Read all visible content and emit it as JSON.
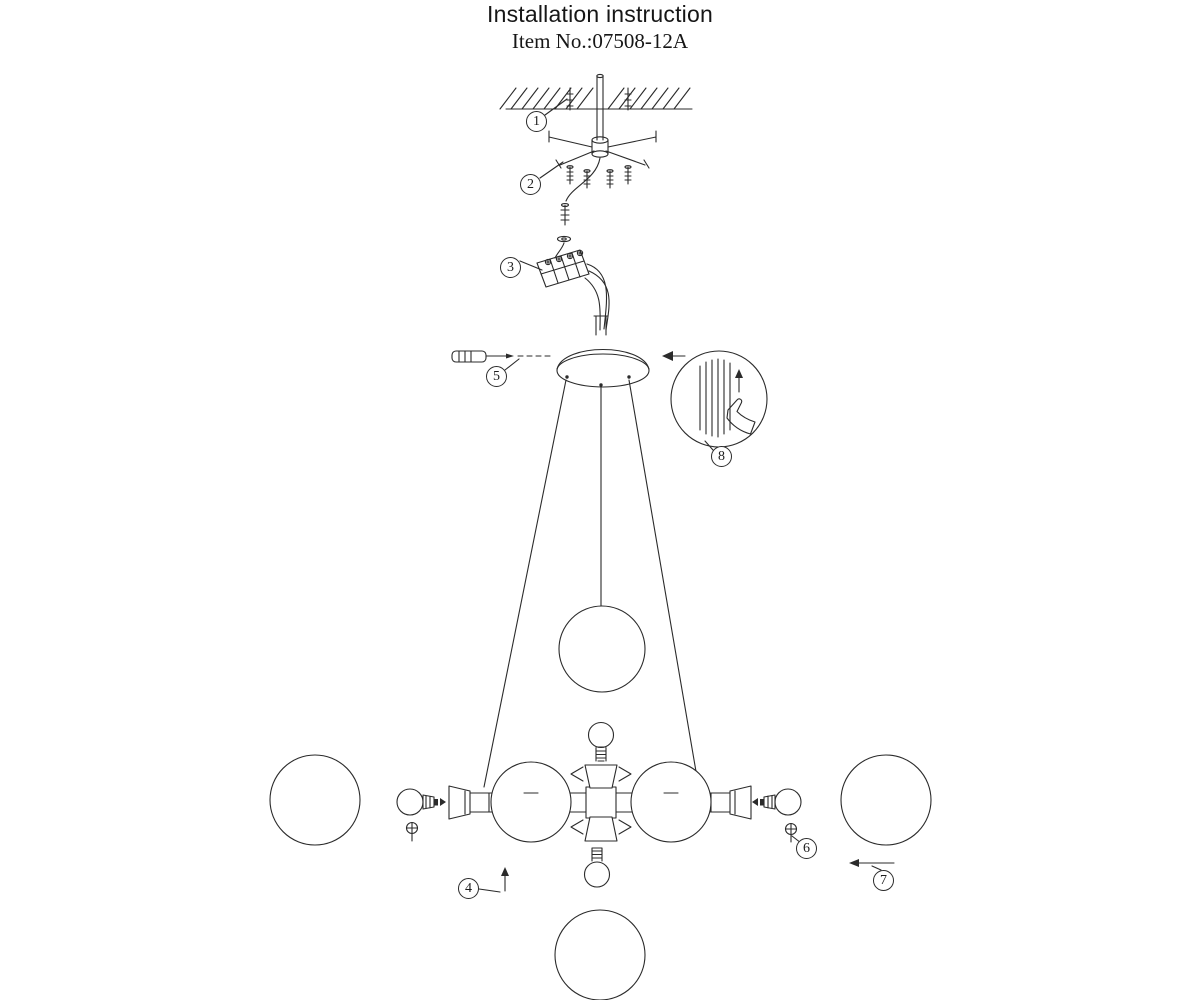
{
  "title": "Installation instruction",
  "item_no": "Item No.:07508-12A",
  "steps": [
    {
      "label": "1"
    },
    {
      "label": "2"
    },
    {
      "label": "3"
    },
    {
      "label": "4"
    },
    {
      "label": "5"
    },
    {
      "label": "6"
    },
    {
      "label": "7"
    },
    {
      "label": "8"
    }
  ],
  "colors": {
    "line": "#2b2b2b",
    "background": "#ffffff"
  },
  "icons": {
    "screwdriver": "screwdriver-icon",
    "hand_press": "hand-press-icon",
    "up_arrow": "arrow-up-icon",
    "left_arrow": "arrow-left-icon"
  }
}
